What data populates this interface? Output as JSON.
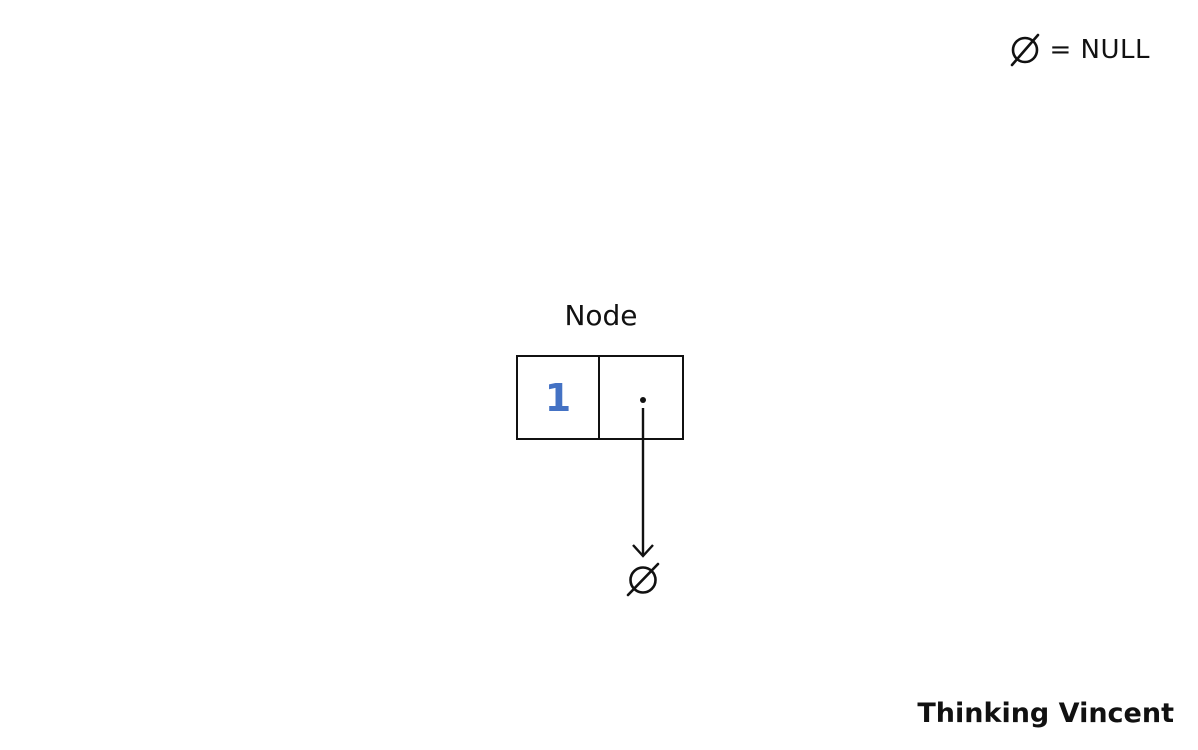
{
  "legend": {
    "symbol_icon": "null-symbol-icon",
    "text": "= NULL"
  },
  "node": {
    "label": "Node",
    "value": "1",
    "value_color": "#4472C4",
    "pointer_target_icon": "null-symbol-icon"
  },
  "watermark": "Thinking Vincent",
  "colors": {
    "stroke": "#111111",
    "background": "#FFFFFF",
    "accent": "#4472C4"
  }
}
